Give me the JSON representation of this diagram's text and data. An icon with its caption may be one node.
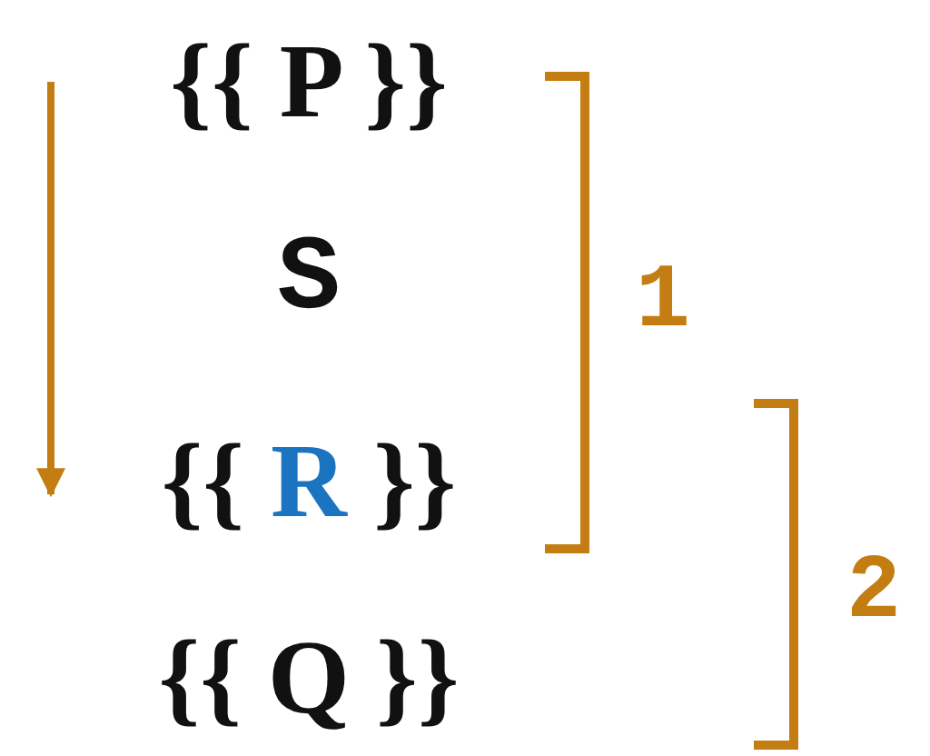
{
  "diagram": {
    "labels": [
      "{{ P }}",
      "S",
      "{{ R }}",
      "{{ Q }}",
      "1",
      "2"
    ]
  }
}
